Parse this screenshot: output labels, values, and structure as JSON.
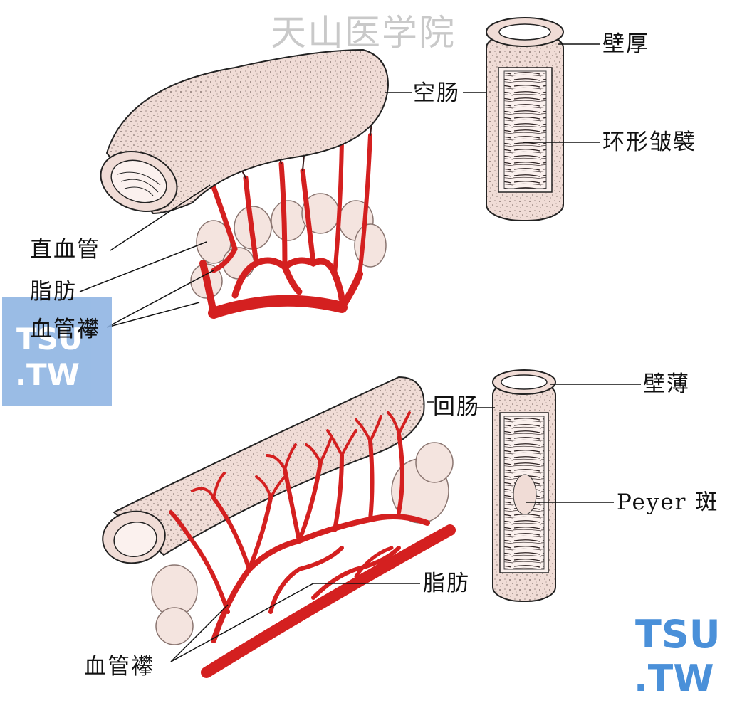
{
  "watermark": {
    "title": "天山医学院",
    "logo_line1": "TSU",
    "logo_line2": ".TW",
    "color_box": "#8db3e2",
    "color_logo": "#4a90d9",
    "color_dot": "#7fd6c8"
  },
  "jejunum": {
    "name": "空肠",
    "wall": "壁厚",
    "folds": "环形皱襞",
    "vasa_recta": "直血管",
    "fat": "脂肪",
    "arcades": "血管襻"
  },
  "ileum": {
    "name": "回肠",
    "wall": "壁薄",
    "patch": "Peyer 斑",
    "fat": "脂肪",
    "arcades": "血管襻"
  },
  "colors": {
    "bowel": "#f0dcd6",
    "vessel": "#d42020",
    "fat": "#f4e4df",
    "lumen": "#ffffff"
  }
}
